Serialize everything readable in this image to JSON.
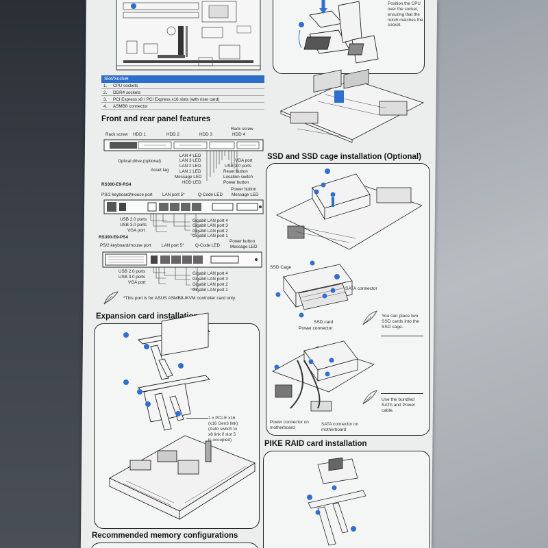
{
  "sections": {
    "front_rear": "Front and rear panel features",
    "expansion": "Expansion card installation",
    "memory": "Recommended memory configurations",
    "ssd": "SSD and SSD cage installation (Optional)",
    "pike": "PIKE RAID card installation"
  },
  "slot_table": {
    "header": "Slot/Socket",
    "rows": [
      {
        "n": "1.",
        "text": "CPU sockets"
      },
      {
        "n": "2.",
        "text": "DDR4 sockets"
      },
      {
        "n": "3.",
        "text": "PCI Express x8 / PCI Express x16 slots (with riser card)"
      },
      {
        "n": "4.",
        "text": "ASMB8 connector"
      }
    ]
  },
  "cpu_note": "Position the CPU over the socket, ensuring that the notch matches the socket.",
  "front_panel": {
    "rack_screw_l": "Rack screw",
    "hdd1": "HDD 1",
    "hdd2": "HDD 2",
    "hdd3": "HDD 3",
    "rack_screw_r": "Rack screw",
    "hdd4": "HDD 4",
    "optical": "Optical drive (optional)",
    "asset": "Asset tag",
    "left_leds": [
      "LAN 4 LED",
      "LAN 3 LED",
      "LAN 2 LED",
      "LAN 1 LED",
      "Message LED",
      "HDD LED"
    ],
    "right_items": [
      "VGA port",
      "USB 3.0 ports",
      "Reset button",
      "Location switch",
      "Power button"
    ]
  },
  "rear_rs4": {
    "model": "RS300-E9-RS4",
    "ps2": "PS/2 keyboard/mouse port",
    "lan5": "LAN port 5*",
    "qcode": "Q-Code LED",
    "power_btn": "Power button",
    "msg_led": "Message LED",
    "left": [
      "USB 2.0 ports",
      "USB 3.0 ports",
      "VGA port"
    ],
    "right": [
      "Gigabit LAN port 4",
      "Gigabit LAN port 3",
      "Gigabit LAN port 2",
      "Gigabit LAN port 1"
    ]
  },
  "rear_ps4": {
    "model": "RS300-E9-PS4",
    "ps2": "PS/2 keyboard/mouse port",
    "lan5": "LAN port 5*",
    "qcode": "Q-Code LED",
    "power_btn": "Power button",
    "msg_led": "Message LED",
    "left": [
      "USB 2.0 ports",
      "USB 3.0 ports",
      "VGA port"
    ],
    "right": [
      "Gigabit LAN port 4",
      "Gigabit LAN port 3",
      "Gigabit LAN port 2",
      "Gigabit LAN port 1"
    ]
  },
  "footnote": "*This port is for ASUS ASMB8-iKVM controller card only.",
  "pcie_note": [
    "1 x PCI-E x16",
    "(x16 Gen3 link)",
    "(Auto switch to",
    "x8 link if slot 5",
    "is occupied)"
  ],
  "ssd_labels": {
    "cage": "SSD Cage",
    "sata": "SATA connector",
    "ssd_card": "SSD card",
    "power": "Power connector",
    "note1": [
      "You can place two",
      "SSD cards into the",
      "SSD cage."
    ],
    "note2": [
      "Use the bundled",
      "SATA and Power",
      "cable."
    ],
    "pwr_mb": [
      "Power connector on",
      "motherboard"
    ],
    "sata_mb": [
      "SATA connector on",
      "motherboard"
    ]
  },
  "colors": {
    "accent_blue": "#2d6ec9",
    "sheet": "#eceeee",
    "ink": "#222222"
  }
}
